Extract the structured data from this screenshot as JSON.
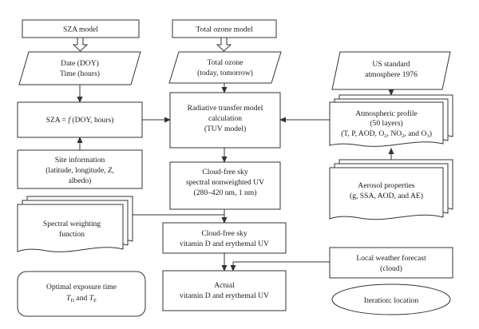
{
  "nodes": {
    "sza_model": {
      "lines": [
        "SZA model"
      ]
    },
    "total_ozone_model": {
      "lines": [
        "Total ozone model"
      ]
    },
    "date_time": {
      "lines": [
        "Date (DOY)",
        "Time (hours)"
      ]
    },
    "total_ozone": {
      "lines": [
        "Total ozone",
        "(today, tomorrow)"
      ]
    },
    "us_standard": {
      "lines": [
        "US standard",
        "atmosphere 1976"
      ]
    },
    "sza_formula": {
      "prefix": "SZA = ",
      "func": "f",
      "suffix": " (DOY, hours)"
    },
    "rtm": {
      "lines": [
        "Radiative transfer model",
        "calculation",
        "(TUV model)"
      ]
    },
    "atm_profile": {
      "lines": [
        "Atmospheric profile",
        "(50 layers)"
      ],
      "species": {
        "a": "(T, P, AOD, O",
        "b": ", NO",
        "c": ", and O",
        "d": ")",
        "sub": "2",
        "sub3": "3"
      }
    },
    "site_info": {
      "lines": [
        "Site information",
        "(latitude, longitude, ",
        "Z",
        ",",
        "albedo)"
      ]
    },
    "cloud_free_spectral": {
      "lines": [
        "Cloud-free sky",
        "spectral nonweighted UV",
        "(280–420 nm, 1 nm)"
      ]
    },
    "aerosol": {
      "lines": [
        "Aerosol properties",
        "(g, SSA, AOD, and AE)"
      ]
    },
    "spectral_weighting": {
      "lines": [
        "Spectral weighting",
        "function"
      ]
    },
    "cloud_free_vitd": {
      "lines": [
        "Cloud-free sky",
        "vitamin D and erythemal UV"
      ]
    },
    "local_weather": {
      "lines": [
        "Local weather forecast",
        "(cloud)"
      ]
    },
    "optimal_exposure": {
      "lines": [
        "Optimal exposure time"
      ],
      "t": "T",
      "sub_d": "D",
      "and": " and ",
      "sub_e": "E"
    },
    "actual": {
      "lines": [
        "Actual",
        "vitamin D and erythemal UV"
      ]
    },
    "iteration": {
      "lines": [
        "Iteration: location"
      ]
    }
  }
}
